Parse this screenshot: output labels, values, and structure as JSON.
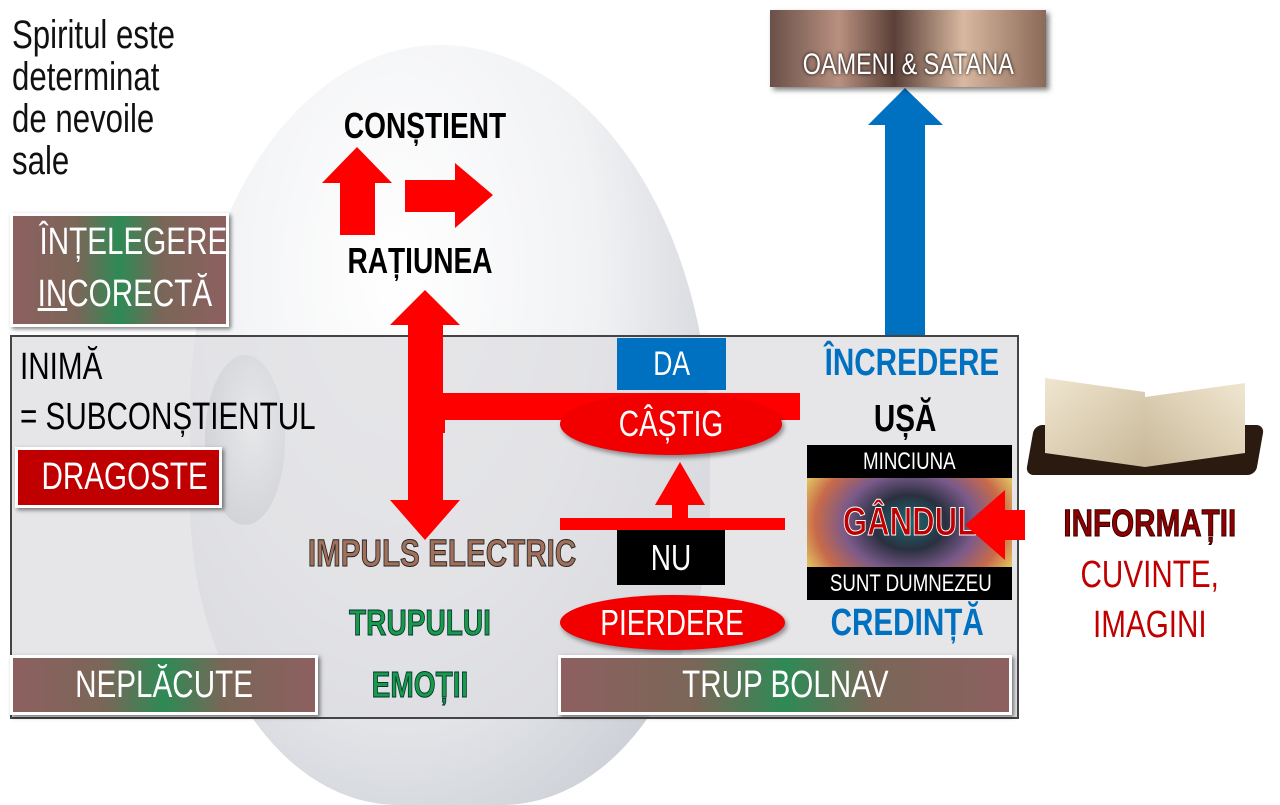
{
  "intro_text": [
    "Spiritul este",
    "determinat",
    "de nevoile",
    "sale"
  ],
  "understanding": {
    "line1": "ÎNȚELEGERE",
    "line2_underlined": "IN",
    "line2_rest": "CORECTĂ"
  },
  "conscious": "CONȘTIENT",
  "reason": "RAȚIUNEA",
  "heart": {
    "line1": "INIMĂ",
    "line2": "= SUBCONȘTIENTUL"
  },
  "love": "DRAGOSTE",
  "impulse": "IMPULS ELECTRIC",
  "body_label": "TRUPULUI",
  "emotions": "EMOȚII",
  "unpleasant": "NEPLĂCUTE",
  "sick_body": "TRUP BOLNAV",
  "yes": "DA",
  "gain": "CÂȘTIG",
  "no": "NU",
  "loss": "PIERDERE",
  "trust": "ÎNCREDERE",
  "door": "UȘĂ",
  "lie": "MINCIUNA",
  "thought": "GÂNDUL",
  "i_am_god": "SUNT DUMNEZEU",
  "faith": "CREDINȚĂ",
  "people_satan": "OAMENI & SATANA",
  "information": {
    "title": "INFORMAȚII",
    "line1": "CUVINTE,",
    "line2": "IMAGINI"
  },
  "colors": {
    "red": "#ff0000",
    "blue": "#0070c0",
    "dark_red": "#c00000",
    "green": "#1a9a48"
  }
}
